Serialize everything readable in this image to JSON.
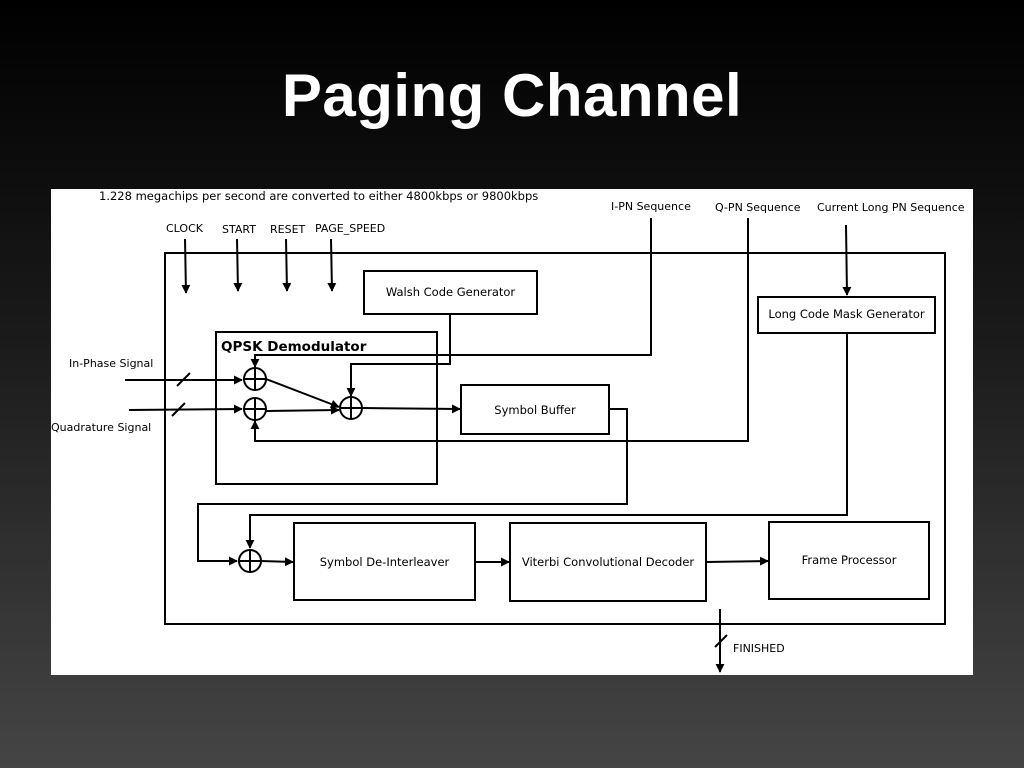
{
  "slide": {
    "title": "Paging Channel"
  },
  "diagram": {
    "caption": "1.228 megachips per second are converted to either 4800kbps or 9800kbps",
    "inputs": {
      "clock": "CLOCK",
      "start": "START",
      "reset": "RESET",
      "page_speed": "PAGE_SPEED",
      "i_pn": "I-PN Sequence",
      "q_pn": "Q-PN Sequence",
      "long_pn": "Current Long PN Sequence",
      "in_phase": "In-Phase Signal",
      "quadrature": "Quadrature Signal"
    },
    "blocks": {
      "walsh": "Walsh Code Generator",
      "long_code_mask": "Long Code Mask Generator",
      "qpsk": "QPSK Demodulator",
      "symbol_buffer": "Symbol Buffer",
      "deinterleaver": "Symbol De-Interleaver",
      "viterbi": "Viterbi Convolutional Decoder",
      "frame_processor": "Frame Processor"
    },
    "outputs": {
      "finished": "FINISHED"
    }
  }
}
